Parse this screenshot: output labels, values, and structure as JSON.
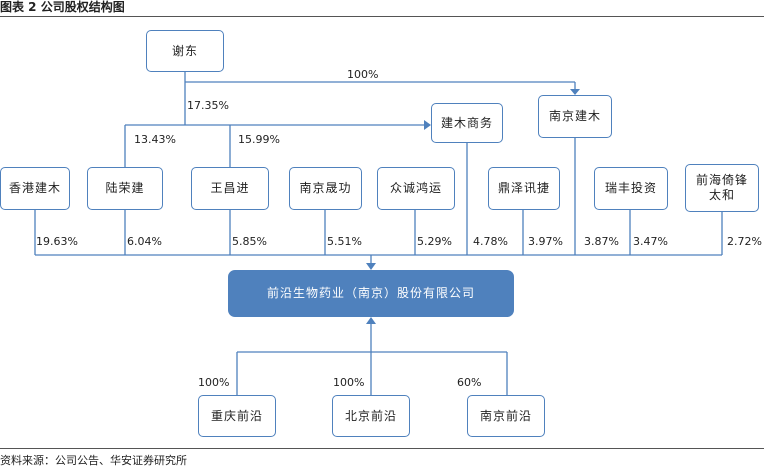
{
  "title": "图表 2 公司股权结构图",
  "source": "资料来源：公司公告、华安证券研究所",
  "colors": {
    "line": "#4f81bd",
    "main_fill": "#4f81bd"
  },
  "top_holder": "谢东",
  "intermediates": {
    "jianmu_shangwu": "建木商务",
    "nanjing_jianmu": "南京建木"
  },
  "shareholders": [
    "香港建木",
    "陆荣建",
    "王昌进",
    "南京晟功",
    "众诚鸿运",
    "鼎泽讯捷",
    "瑞丰投资",
    "前海倚锋太和"
  ],
  "company": "前沿生物药业（南京）股份有限公司",
  "subsidiaries": [
    "重庆前沿",
    "北京前沿",
    "南京前沿"
  ],
  "pct": {
    "xiedong_to_nanjing_jianmu": "100%",
    "xiedong_to_jianmu_shangwu": "17.35%",
    "lurongjian_to_jianmu_shangwu": "13.43%",
    "wangchangjin_to_jianmu_shangwu": "15.99%",
    "holdings": [
      "19.63%",
      "6.04%",
      "5.85%",
      "5.51%",
      "5.29%",
      "4.78%",
      "3.97%",
      "3.87%",
      "3.47%",
      "2.72%"
    ],
    "subsidiaries": [
      "100%",
      "100%",
      "60%"
    ]
  }
}
